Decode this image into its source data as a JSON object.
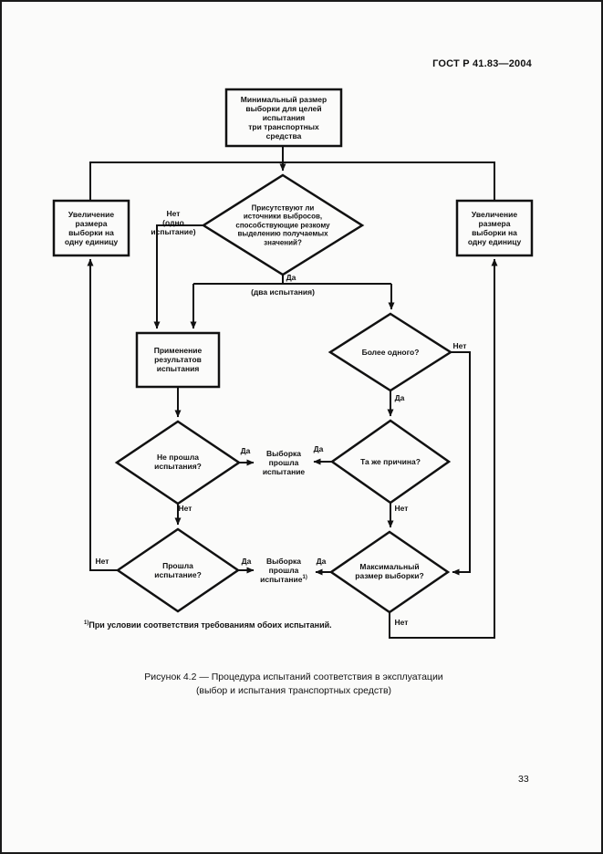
{
  "page": {
    "header": "ГОСТ Р 41.83—2004",
    "page_number": "33",
    "caption_line1": "Рисунок 4.2 — Процедура испытаний соответствия в эксплуатации",
    "caption_line2": "(выбор и испытания транспортных средств)",
    "footnote_sup": "1)",
    "footnote_text": "При условии соответствия требованиям обоих испытаний."
  },
  "flowchart": {
    "start_box": "Минимальный размер\nвыборки для целей\nиспытания\nтри транспортных\nсредства",
    "left_box": "Увеличение\nразмера\nвыборки на\nодну единицу",
    "right_box": "Увеличение\nразмера\nвыборки на\nодну единицу",
    "decision_sources": "Присутствуют ли\nисточники выбросов,\nспособствующие резкому\nвыделению получаемых\nзначений?",
    "apply_results_box": "Применение\nрезультатов\nиспытания",
    "decision_more_than_one": "Более одного?",
    "decision_same_cause": "Та же причина?",
    "decision_failed": "Не прошла\nиспытания?",
    "decision_passed": "Прошла\nиспытание?",
    "decision_max_sample": "Максимальный\nразмер выборки?",
    "outcome_passed_1": "Выборка\nпрошла\nиспытание",
    "outcome_passed_2": "Выборка\nпрошла\nиспытание",
    "outcome_passed_2_sup": "1)",
    "labels": {
      "no_one_test": "Нет\n(одно\nиспытание)",
      "two_tests": "(два испытания)",
      "yes": "Да",
      "no": "Нет"
    },
    "line_color": "#111111"
  }
}
